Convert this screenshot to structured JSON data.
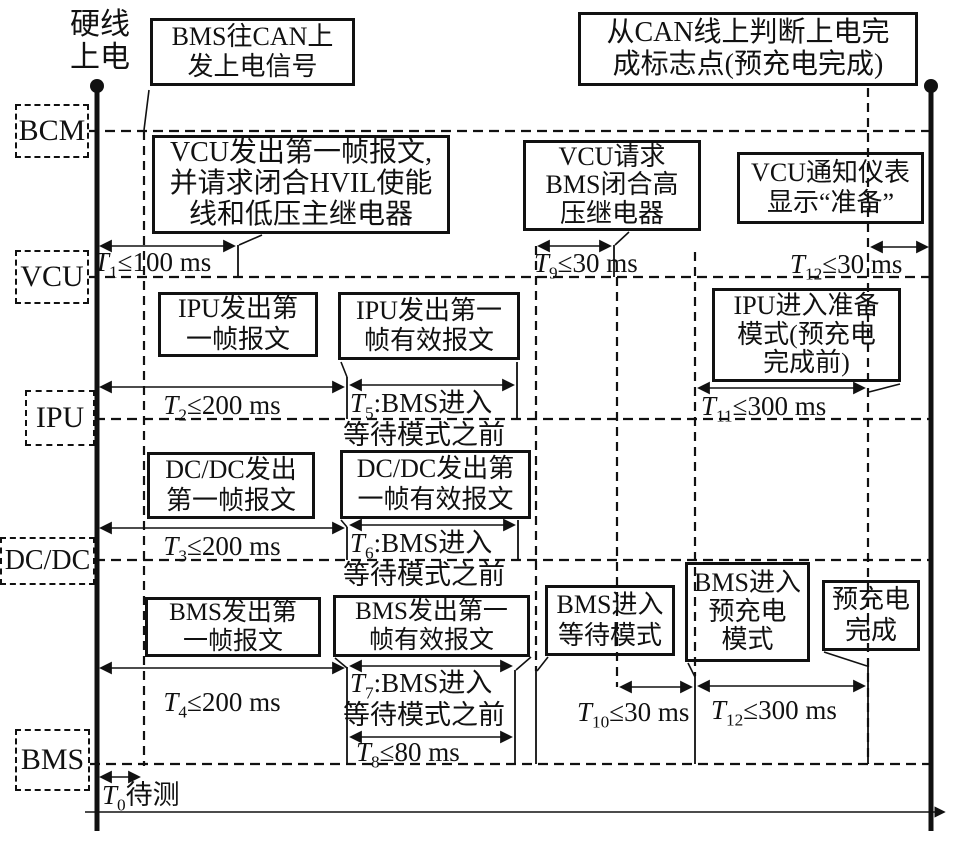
{
  "figure_title": "整车上电时序图 (power-up timing sequence)",
  "header": {
    "power_on": [
      "硬线",
      "上电"
    ],
    "can_signal_note": [
      "BMS往CAN上",
      "发上电信号"
    ],
    "can_done_note": [
      "从CAN线上判断上电完",
      "成标志点(预充电完成)"
    ]
  },
  "lanes": {
    "bcm": "BCM",
    "vcu": "VCU",
    "ipu": "IPU",
    "dcdc": "DC/DC",
    "bms": "BMS"
  },
  "boxes": {
    "c": [
      "VCU发出第一帧报文,",
      "并请求闭合HVIL使能",
      "线和低压主继电器"
    ],
    "d": [
      "VCU请求",
      "BMS闭合高",
      "压继电器"
    ],
    "e": [
      "VCU通知仪表",
      "显示“准备”"
    ],
    "f": [
      "IPU发出第",
      "一帧报文"
    ],
    "g": [
      "IPU发出第一",
      "帧有效报文"
    ],
    "h": [
      "IPU进入准备",
      "模式(预充电",
      "完成前)"
    ],
    "i": [
      "DC/DC发出",
      "第一帧报文"
    ],
    "j": [
      "DC/DC发出第",
      "一帧有效报文"
    ],
    "k": [
      "BMS发出第",
      "一帧报文"
    ],
    "l": [
      "BMS发出第一",
      "帧有效报文"
    ],
    "m": [
      "BMS进入",
      "等待模式"
    ],
    "n": [
      "BMS进入",
      "预充电",
      "模式"
    ],
    "o": [
      "预充电",
      "完成"
    ]
  },
  "timings": {
    "t0": {
      "sym": "T",
      "sub": "0",
      "val": "待测"
    },
    "t1": {
      "sym": "T",
      "sub": "1",
      "val": "≤100 ms"
    },
    "t2": {
      "sym": "T",
      "sub": "2",
      "val": "≤200 ms"
    },
    "t3": {
      "sym": "T",
      "sub": "3",
      "val": "≤200 ms"
    },
    "t4": {
      "sym": "T",
      "sub": "4",
      "val": "≤200 ms"
    },
    "t5": {
      "sym": "T",
      "sub": "5",
      "val": ":BMS进入",
      "line2": "等待模式之前"
    },
    "t6": {
      "sym": "T",
      "sub": "6",
      "val": ":BMS进入",
      "line2": "等待模式之前"
    },
    "t7": {
      "sym": "T",
      "sub": "7",
      "val": ":BMS进入",
      "line2": "等待模式之前"
    },
    "t8": {
      "sym": "T",
      "sub": "8",
      "val": "≤80 ms"
    },
    "t9": {
      "sym": "T",
      "sub": "9",
      "val": "≤30 ms"
    },
    "t10": {
      "sym": "T",
      "sub": "10",
      "val": "≤30 ms"
    },
    "t11": {
      "sym": "T",
      "sub": "11",
      "val": "≤300 ms"
    },
    "t12_top": {
      "sym": "T",
      "sub": "12",
      "val": "≤30 ms"
    },
    "t12_bottom": {
      "sym": "T",
      "sub": "12",
      "val": "≤300 ms"
    }
  },
  "colors": {
    "ink": "#111111",
    "background": "#ffffff"
  }
}
